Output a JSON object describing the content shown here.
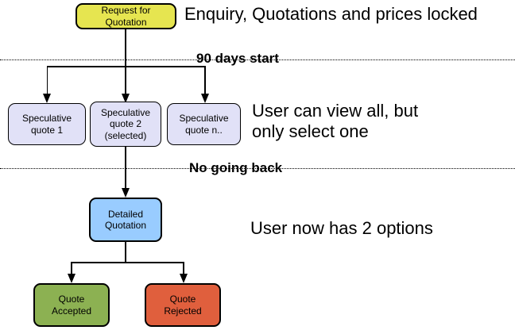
{
  "diagram": {
    "nodes": [
      {
        "id": "request",
        "label": "Request for\nQuotation",
        "color": "#E6E550"
      },
      {
        "id": "spec1",
        "label": "Speculative\nquote 1",
        "color": "#E1E1F7"
      },
      {
        "id": "spec2",
        "label": "Speculative\nquote 2\n(selected)",
        "color": "#E1E1F7"
      },
      {
        "id": "spec3",
        "label": "Speculative\nquote n..",
        "color": "#E1E1F7"
      },
      {
        "id": "detailed",
        "label": "Detailed\nQuotation",
        "color": "#99CCFF"
      },
      {
        "id": "accepted",
        "label": "Quote\nAccepted",
        "color": "#8CB152"
      },
      {
        "id": "rejected",
        "label": "Quote\nRejected",
        "color": "#E05F3D"
      }
    ],
    "separators": [
      {
        "label": "90 days start"
      },
      {
        "label": "No going back"
      }
    ],
    "annotations": {
      "enquiry": "Enquiry, Quotations and prices locked",
      "view_all": "User can view all, but\nonly select one",
      "two_options": "User now has 2 options"
    },
    "colors": {
      "line": "#000000",
      "background": "#FFFFFF"
    }
  }
}
